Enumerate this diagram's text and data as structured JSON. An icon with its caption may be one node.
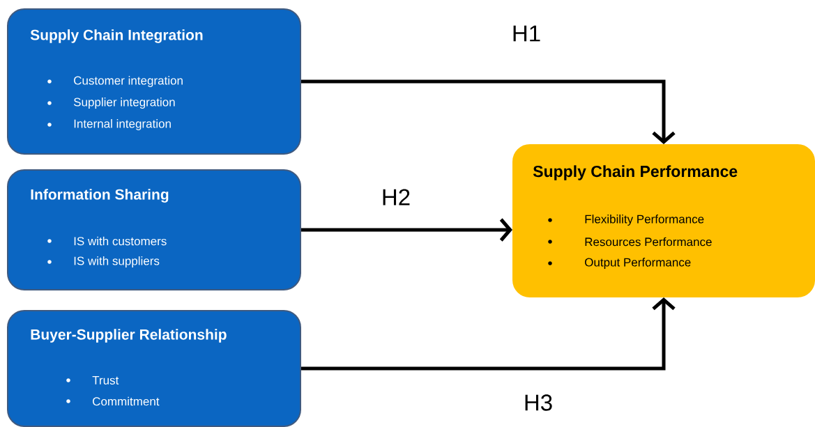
{
  "diagram": {
    "nodes": [
      {
        "text": [
          "Supply Chain Integration",
          "Customer integration",
          "Supplier integration",
          "Internal integration"
        ]
      },
      {
        "text": [
          "Information Sharing",
          "IS with customers",
          "IS with suppliers"
        ]
      },
      {
        "text": [
          "Buyer-Supplier Relationship",
          "Trust",
          "Commitment"
        ]
      },
      {
        "text": [
          "Supply Chain Performance",
          "Flexibility Performance",
          "Resources Performance",
          "Output Performance"
        ]
      }
    ],
    "edges": [
      {
        "from": 0,
        "to": 3,
        "arrow": "to",
        "label": "H1"
      },
      {
        "from": 1,
        "to": 3,
        "arrow": "to",
        "label": "H2"
      },
      {
        "from": 2,
        "to": 3,
        "arrow": "to",
        "label": "H3"
      }
    ]
  }
}
